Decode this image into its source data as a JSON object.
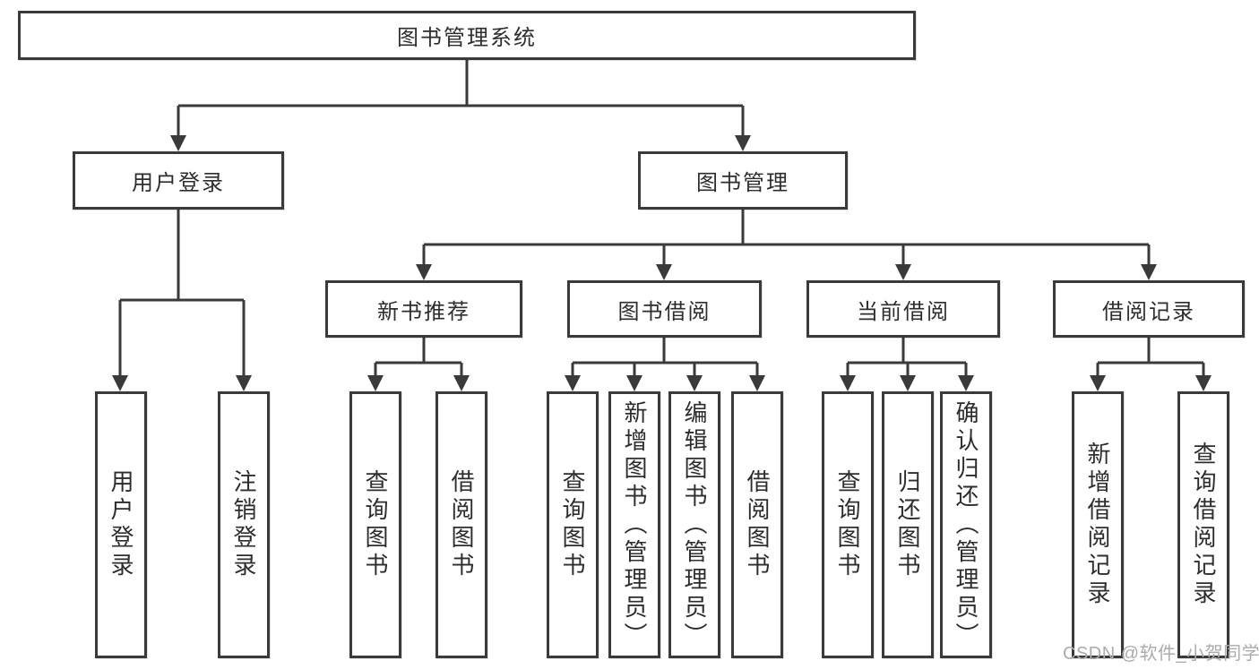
{
  "diagram": {
    "root": {
      "label": "图书管理系统"
    },
    "user": {
      "label": "用户登录",
      "children": [
        {
          "label": "用户登录"
        },
        {
          "label": "注销登录"
        }
      ]
    },
    "book": {
      "label": "图书管理",
      "sections": [
        {
          "label": "新书推荐",
          "children": [
            {
              "label": "查询图书"
            },
            {
              "label": "借阅图书"
            }
          ]
        },
        {
          "label": "图书借阅",
          "children": [
            {
              "label": "查询图书"
            },
            {
              "label": "新增图书（管理员）"
            },
            {
              "label": "编辑图书（管理员）"
            },
            {
              "label": "借阅图书"
            }
          ]
        },
        {
          "label": "当前借阅",
          "children": [
            {
              "label": "查询图书"
            },
            {
              "label": "归还图书"
            },
            {
              "label": "确认归还（管理员）"
            }
          ]
        },
        {
          "label": "借阅记录",
          "children": [
            {
              "label": "新增借阅记录"
            },
            {
              "label": "查询借阅记录"
            }
          ]
        }
      ]
    }
  },
  "colors": {
    "line": "#3a3a3a",
    "text": "#2d2d2d",
    "watermark": "#ababab",
    "background": "#ffffff"
  },
  "watermark": {
    "text": "CSDN @软件_小贺同学"
  }
}
